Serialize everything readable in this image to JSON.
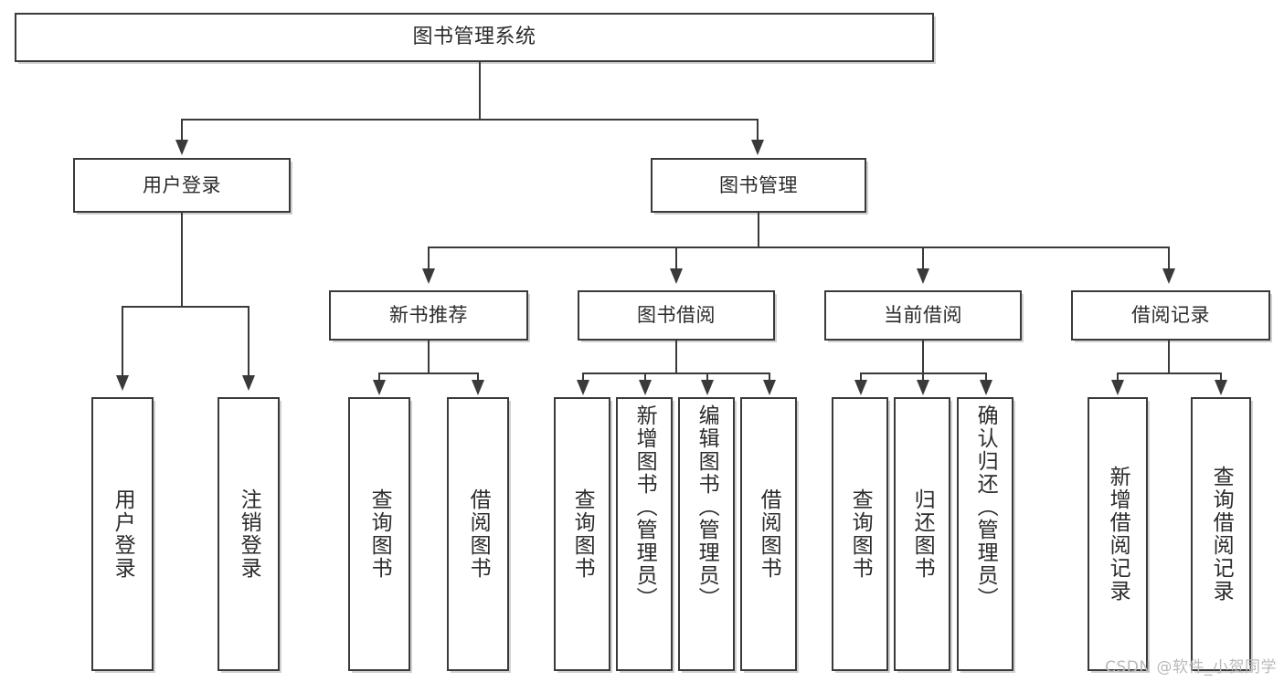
{
  "diagram": {
    "title": "图书管理系统",
    "type": "tree",
    "root": {
      "id": "root",
      "label": "图书管理系统"
    },
    "level1": [
      {
        "id": "user-login",
        "label": "用户登录"
      },
      {
        "id": "book-management",
        "label": "图书管理"
      }
    ],
    "level2": [
      {
        "id": "new-book-recommend",
        "label": "新书推荐",
        "parent": "book-management"
      },
      {
        "id": "book-borrow",
        "label": "图书借阅",
        "parent": "book-management"
      },
      {
        "id": "current-borrow",
        "label": "当前借阅",
        "parent": "book-management"
      },
      {
        "id": "borrow-record",
        "label": "借阅记录",
        "parent": "book-management"
      }
    ],
    "leaves": {
      "user_login": [
        {
          "id": "leaf-user-login",
          "label": "用户登录"
        },
        {
          "id": "leaf-logout-login",
          "label": "注销登录"
        }
      ],
      "new_book_recommend": [
        {
          "id": "leaf-query-book-1",
          "label": "查询图书"
        },
        {
          "id": "leaf-borrow-book-1",
          "label": "借阅图书"
        }
      ],
      "book_borrow": [
        {
          "id": "leaf-query-book-2",
          "label": "查询图书"
        },
        {
          "id": "leaf-add-book",
          "label": "新增图书（管理员）"
        },
        {
          "id": "leaf-edit-book",
          "label": "编辑图书（管理员）"
        },
        {
          "id": "leaf-borrow-book-2",
          "label": "借阅图书"
        }
      ],
      "current_borrow": [
        {
          "id": "leaf-query-book-3",
          "label": "查询图书"
        },
        {
          "id": "leaf-return-book",
          "label": "归还图书"
        },
        {
          "id": "leaf-confirm-return",
          "label": "确认归还（管理员）"
        }
      ],
      "borrow_record": [
        {
          "id": "leaf-add-record",
          "label": "新增借阅记录"
        },
        {
          "id": "leaf-query-record",
          "label": "查询借阅记录"
        }
      ]
    }
  },
  "watermark": {
    "text": "CSDN @软件_小贺同学"
  },
  "colors": {
    "stroke": "#3a3a3a",
    "text": "#2b2b2b",
    "background": "#ffffff",
    "watermark": "#b9b9b9"
  }
}
